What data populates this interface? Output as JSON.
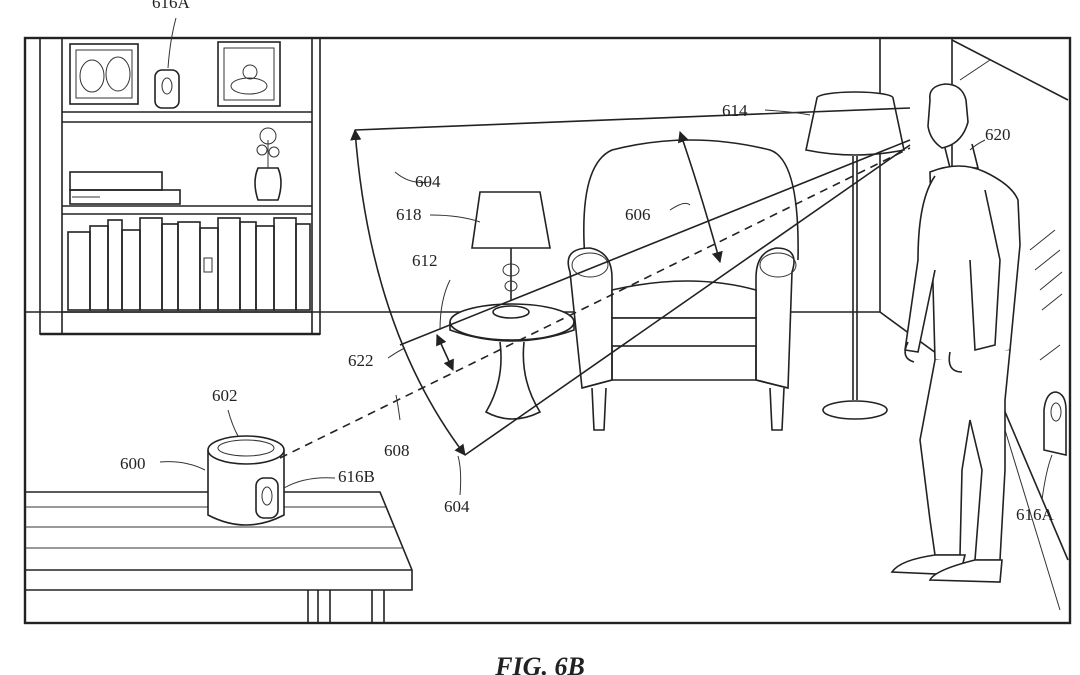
{
  "labels": {
    "l600": "600",
    "l602": "602",
    "l604_top": "604",
    "l604_bottom": "604",
    "l606": "606",
    "l608": "608",
    "l612": "612",
    "l614": "614",
    "l616A_top": "616A",
    "l616A_right": "616A",
    "l616B": "616B",
    "l618": "618",
    "l620": "620",
    "l622": "622"
  },
  "caption": "FIG. 6B"
}
